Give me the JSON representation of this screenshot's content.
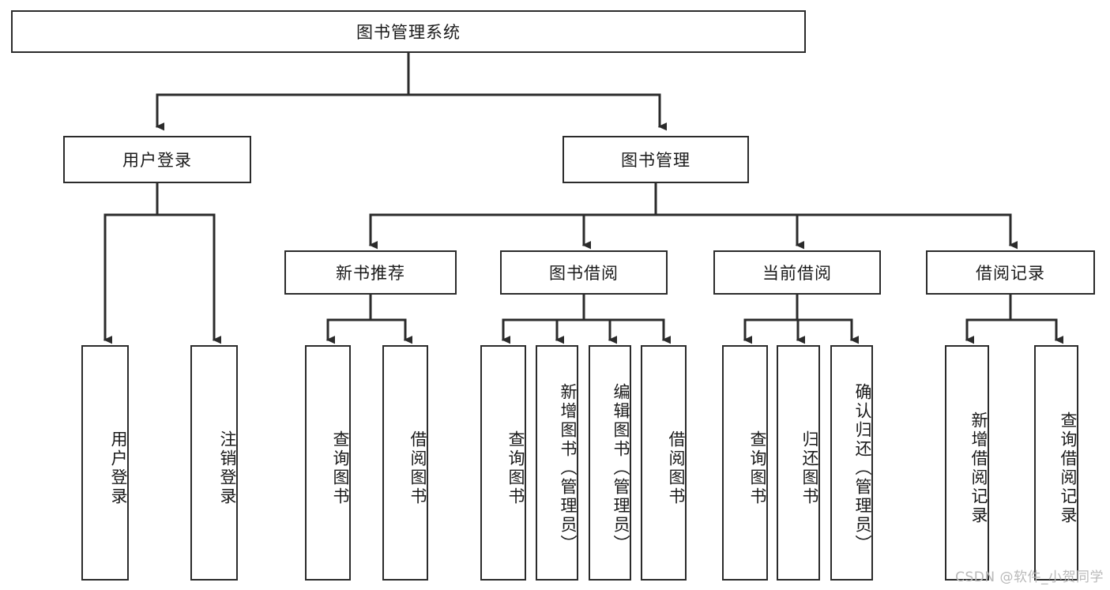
{
  "diagram": {
    "title": "图书管理系统",
    "watermark": "CSDN @软件_小贺同学",
    "nodes": {
      "root": "图书管理系统",
      "user_login": "用户登录",
      "book_manage": "图书管理",
      "new_book_rec": "新书推荐",
      "book_borrow": "图书借阅",
      "current_borrow": "当前借阅",
      "borrow_record": "借阅记录",
      "leaf_user_login": "用户登录",
      "leaf_logout": "注销登录",
      "leaf_query_book_1": "查询图书",
      "leaf_borrow_book_1": "借阅图书",
      "leaf_query_book_2": "查询图书",
      "leaf_add_book_admin": "新增图书（管理员）",
      "leaf_edit_book_admin": "编辑图书（管理员）",
      "leaf_borrow_book_2": "借阅图书",
      "leaf_query_book_3": "查询图书",
      "leaf_return_book": "归还图书",
      "leaf_confirm_return_admin": "确认归还（管理员）",
      "leaf_add_record": "新增借阅记录",
      "leaf_query_record": "查询借阅记录"
    },
    "colors": {
      "stroke": "#2b2b2b",
      "fill": "#ffffff",
      "text": "#1a1a1a",
      "watermark": "#b9b9b9"
    }
  }
}
